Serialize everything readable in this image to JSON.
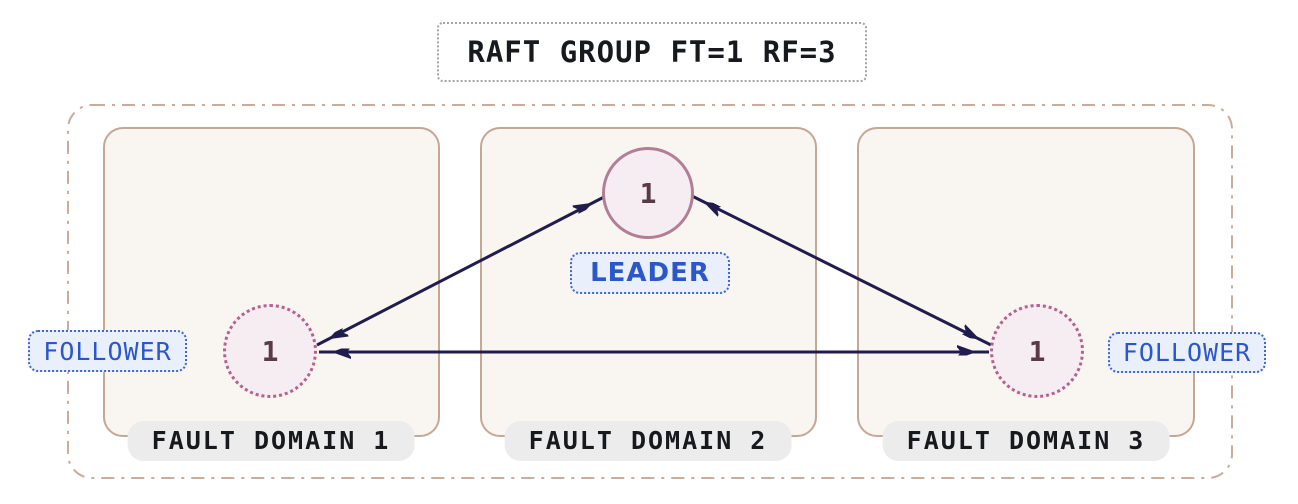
{
  "title": "RAFT GROUP FT=1 RF=3",
  "domains": [
    {
      "name": "FAULT DOMAIN 1",
      "node": {
        "value": "1",
        "role": "FOLLOWER"
      }
    },
    {
      "name": "FAULT DOMAIN 2",
      "node": {
        "value": "1",
        "role": "LEADER"
      }
    },
    {
      "name": "FAULT DOMAIN 3",
      "node": {
        "value": "1",
        "role": "FOLLOWER"
      }
    }
  ],
  "edges": [
    {
      "from": "leader",
      "to": "follower-1",
      "bidirectional": true
    },
    {
      "from": "leader",
      "to": "follower-3",
      "bidirectional": true
    },
    {
      "from": "follower-1",
      "to": "follower-3",
      "bidirectional": true
    }
  ],
  "colors": {
    "edge": "#211c4e",
    "outer-border": "#c9ac9b",
    "box-border": "#c5a795",
    "box-fill": "#f9f5f1",
    "node-fill": "#f5edf1",
    "leader-border": "#b27e95",
    "follower-border": "#b2638c",
    "node-text": "#5b3a47",
    "role-text": "#2c57c9",
    "role-bg": "#e9f0fc",
    "role-border": "#4166d0",
    "pill-bg": "#ececec",
    "title-border": "#a3a3a3",
    "text": "#17191c"
  }
}
